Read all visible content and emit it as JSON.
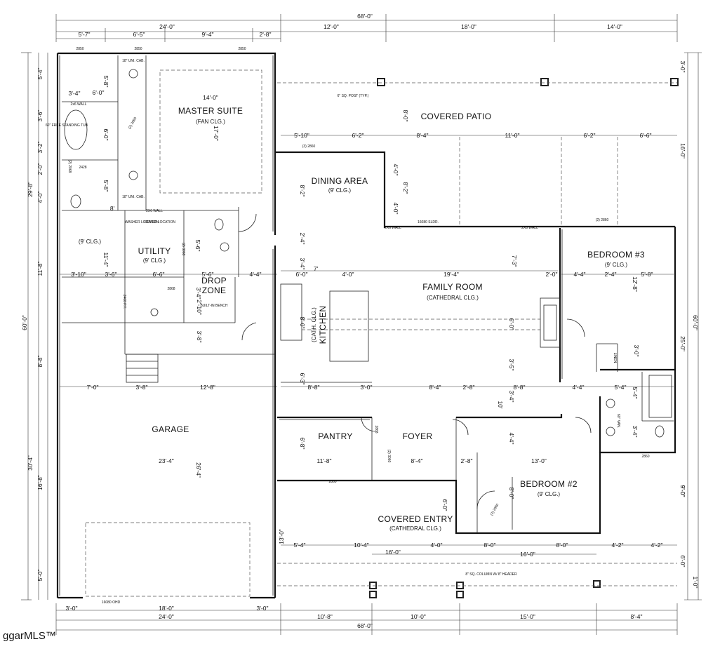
{
  "watermark": "ggarMLS™",
  "rooms": {
    "master": {
      "name": "MASTER SUITE",
      "sub": "(FAN CLG.)"
    },
    "patio": {
      "name": "COVERED PATIO"
    },
    "dining": {
      "name": "DINING AREA",
      "sub": "(9' CLG.)"
    },
    "family": {
      "name": "FAMILY ROOM",
      "sub": "(CATHEDRAL CLG.)"
    },
    "bed3": {
      "name": "BEDROOM #3",
      "sub": "(9' CLG.)"
    },
    "bed2": {
      "name": "BEDROOM #2",
      "sub": "(9' CLG.)"
    },
    "utility": {
      "name": "UTILITY",
      "sub": "(9' CLG.)"
    },
    "drop": {
      "name1": "DROP",
      "name2": "ZONE"
    },
    "kitchen": {
      "name": "KITCHEN",
      "sub": "(CATH. CLG.)"
    },
    "garage": {
      "name": "GARAGE"
    },
    "pantry": {
      "name": "PANTRY"
    },
    "foyer": {
      "name": "FOYER"
    },
    "entry": {
      "name": "COVERED ENTRY",
      "sub": "(CATHEDRAL CLG.)"
    },
    "laundry": {
      "sub": "(9' CLG.)"
    }
  },
  "dimensions": [
    {
      "t": "68'-0\""
    },
    {
      "t": "24'-0\""
    },
    {
      "t": "12'-0\""
    },
    {
      "t": "18'-0\""
    },
    {
      "t": "14'-0\""
    },
    {
      "t": "5'-7\""
    },
    {
      "t": "6'-5\""
    },
    {
      "t": "9'-4\""
    },
    {
      "t": "2'-8\""
    },
    {
      "t": "14'-0\""
    },
    {
      "t": "17'-0\""
    },
    {
      "t": "6'-0\""
    },
    {
      "t": "3'-4\""
    },
    {
      "t": "5'-8\""
    },
    {
      "t": "6'-0\""
    },
    {
      "t": "5'-8\""
    },
    {
      "t": "8'"
    },
    {
      "t": "8'-0\""
    },
    {
      "t": "5'-10\""
    },
    {
      "t": "6'-2\""
    },
    {
      "t": "8'-4\""
    },
    {
      "t": "11'-0\""
    },
    {
      "t": "6'-2\""
    },
    {
      "t": "6'-6\""
    },
    {
      "t": "8'-2\""
    },
    {
      "t": "4'-0\""
    },
    {
      "t": "8'-2\""
    },
    {
      "t": "4'-0\""
    },
    {
      "t": "11'-4\""
    },
    {
      "t": "3'-10\""
    },
    {
      "t": "3'-6\""
    },
    {
      "t": "6'-6\""
    },
    {
      "t": "5'-6\""
    },
    {
      "t": "4'-4\""
    },
    {
      "t": "3'-4\""
    },
    {
      "t": "5'-6\""
    },
    {
      "t": "2'-4\""
    },
    {
      "t": "3'-4\""
    },
    {
      "t": "6'-0\""
    },
    {
      "t": "7'"
    },
    {
      "t": "4'-0\""
    },
    {
      "t": "19'-4\""
    },
    {
      "t": "2'-0\""
    },
    {
      "t": "7'-3\""
    },
    {
      "t": "4'-4\""
    },
    {
      "t": "2'-4\""
    },
    {
      "t": "5'-8\""
    },
    {
      "t": "12'-8\""
    },
    {
      "t": "2'-10\""
    },
    {
      "t": "3'-8\""
    },
    {
      "t": "8'-0\""
    },
    {
      "t": "6'-0\""
    },
    {
      "t": "3'-5\""
    },
    {
      "t": "3'-0\""
    },
    {
      "t": "7'-0\""
    },
    {
      "t": "3'-8\""
    },
    {
      "t": "12'-8\""
    },
    {
      "t": "6'-3\""
    },
    {
      "t": "8'-8\""
    },
    {
      "t": "3'-0\""
    },
    {
      "t": "8'-4\""
    },
    {
      "t": "2'-8\""
    },
    {
      "t": "8'-8\""
    },
    {
      "t": "4'-4\""
    },
    {
      "t": "5'-4\""
    },
    {
      "t": "3'-4\""
    },
    {
      "t": "10'"
    },
    {
      "t": "5'-4\""
    },
    {
      "t": "3'-4\""
    },
    {
      "t": "23'-4\""
    },
    {
      "t": "26'-4\""
    },
    {
      "t": "6'-8\""
    },
    {
      "t": "11'-8\""
    },
    {
      "t": "8'-4\""
    },
    {
      "t": "4'-4\""
    },
    {
      "t": "2'-8\""
    },
    {
      "t": "13'-0\""
    },
    {
      "t": "8'-0\""
    },
    {
      "t": "6'-0\""
    },
    {
      "t": "5'-4\""
    },
    {
      "t": "10'-4\""
    },
    {
      "t": "4'-0\""
    },
    {
      "t": "8'-0\""
    },
    {
      "t": "8'-0\""
    },
    {
      "t": "4'-2\""
    },
    {
      "t": "4'-2\""
    },
    {
      "t": "9'-0\""
    },
    {
      "t": "16'-0\""
    },
    {
      "t": "3'-0\""
    },
    {
      "t": "18'-0\""
    },
    {
      "t": "3'-0\""
    },
    {
      "t": "24'-0\""
    },
    {
      "t": "10'-8\""
    },
    {
      "t": "10'-0\""
    },
    {
      "t": "15'-0\""
    },
    {
      "t": "8'-4\""
    },
    {
      "t": "68'-0\""
    },
    {
      "t": "29'-8\""
    },
    {
      "t": "5'-4\""
    },
    {
      "t": "3'-6\""
    },
    {
      "t": "3'-2\""
    },
    {
      "t": "2'-0\""
    },
    {
      "t": "4'-0\""
    },
    {
      "t": "11'-8\""
    },
    {
      "t": "60'-0\""
    },
    {
      "t": "8'-8\""
    },
    {
      "t": "30'-4\""
    },
    {
      "t": "16'-8\""
    },
    {
      "t": "5'-0\""
    },
    {
      "t": "3'-0\""
    },
    {
      "t": "16'-0\""
    },
    {
      "t": "25'-0\""
    },
    {
      "t": "60'-0\""
    },
    {
      "t": "9'-0\""
    },
    {
      "t": "6'-0\""
    },
    {
      "t": "1'-0\""
    },
    {
      "t": "13'-0\""
    },
    {
      "t": "16'-0\""
    }
  ],
  "notes": [
    {
      "t": "6\" SQ. POST (TYP.)"
    },
    {
      "t": "(3) 2860"
    },
    {
      "t": "16080 SLDR."
    },
    {
      "t": "(2) 2860"
    },
    {
      "t": "2X6 WALL"
    },
    {
      "t": "2X6 WALL"
    },
    {
      "t": "2X6 WALL"
    },
    {
      "t": "WASHER LOCATION"
    },
    {
      "t": "DRYER LOCATION"
    },
    {
      "t": "2868"
    },
    {
      "t": "2468 P.T."
    },
    {
      "t": "BUILT-IN BENCH"
    },
    {
      "t": "2860"
    },
    {
      "t": "(2) 3060"
    },
    {
      "t": "2860"
    },
    {
      "t": "(2) 2860"
    },
    {
      "t": "16080 OHD"
    },
    {
      "t": "8\" SQ. COLUMN W/ 8\" HEADER"
    },
    {
      "t": "2850"
    },
    {
      "t": "2850"
    },
    {
      "t": "2850"
    },
    {
      "t": "18\" UNI. CAB."
    },
    {
      "t": "18\" UNI. CAB."
    },
    {
      "t": "(2) 2860"
    },
    {
      "t": "2428"
    },
    {
      "t": "60\" FREE STANDING TUB"
    },
    {
      "t": "2x6 WALL"
    },
    {
      "t": "(2) 2068"
    },
    {
      "t": "(2) 3068"
    },
    {
      "t": "2868"
    },
    {
      "t": "LINEN"
    },
    {
      "t": "60\" VAN."
    }
  ]
}
